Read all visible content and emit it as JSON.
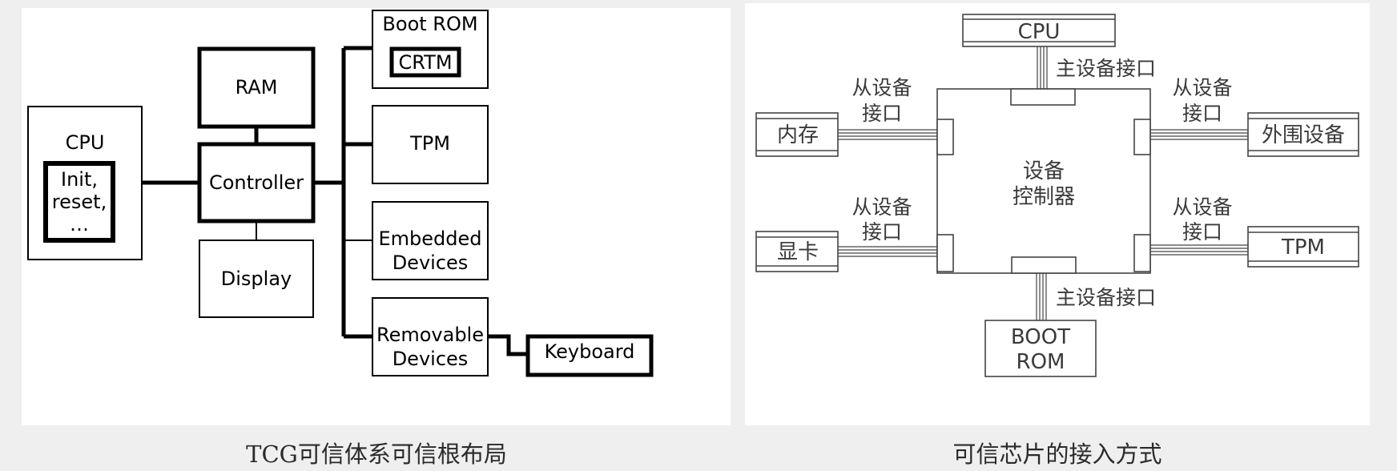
{
  "tcg": {
    "cpu": "CPU",
    "init": [
      "Init,",
      "reset,",
      "…"
    ],
    "ram": "RAM",
    "controller": "Controller",
    "display": "Display",
    "boot_rom": "Boot ROM",
    "crtm": "CRTM",
    "tpm": "TPM",
    "embedded": [
      "Embedded",
      "Devices"
    ],
    "removable": [
      "Removable",
      "Devices"
    ],
    "keyboard": "Keyboard"
  },
  "chip": {
    "cpu": "CPU",
    "master_top": "主设备接口",
    "master_bottom": "主设备接口",
    "slave_tl": [
      "从设备",
      "接口"
    ],
    "slave_tr": [
      "从设备",
      "接口"
    ],
    "slave_bl": [
      "从设备",
      "接口"
    ],
    "slave_br": [
      "从设备",
      "接口"
    ],
    "memory": "内存",
    "graphics": "显卡",
    "peripheral": "外围设备",
    "tpm": "TPM",
    "controller": [
      "设备",
      "控制器"
    ],
    "boot_rom": [
      "BOOT",
      "ROM"
    ]
  },
  "captions": {
    "left": "TCG可信体系可信根布局",
    "right": "可信芯片的接入方式"
  }
}
